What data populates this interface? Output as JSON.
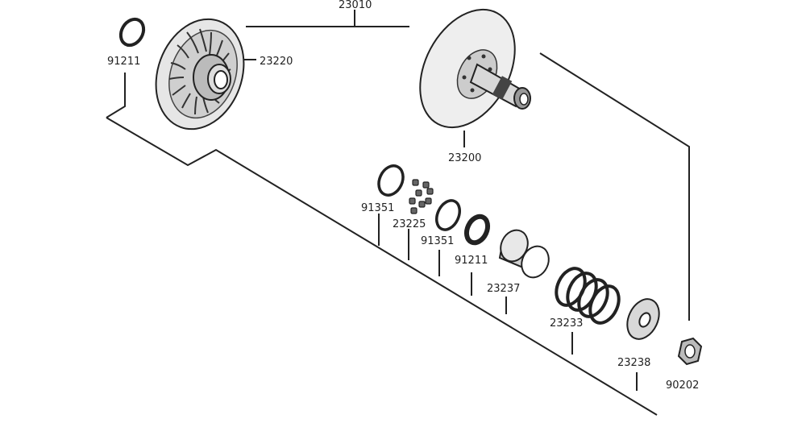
{
  "diagram": {
    "title": "",
    "labels": {
      "assembly": "23010",
      "seal_top": "91211",
      "cam_sheave": "23220",
      "fixed_sheave": "23200",
      "oring_a": "91351",
      "pins": "23225",
      "oring_b": "91351",
      "seal_mid": "91211",
      "collar": "23237",
      "spring": "23233",
      "washer": "23238",
      "nut": "90202"
    }
  }
}
